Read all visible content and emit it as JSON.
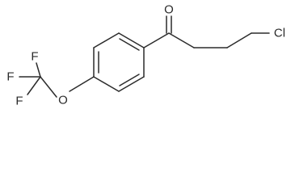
{
  "structure": {
    "atoms": {
      "oxygen_carbonyl": "O",
      "chlorine": "Cl",
      "fluorine_top": "F",
      "fluorine_left": "F",
      "fluorine_bottom": "F",
      "oxygen_ether": "O"
    }
  }
}
